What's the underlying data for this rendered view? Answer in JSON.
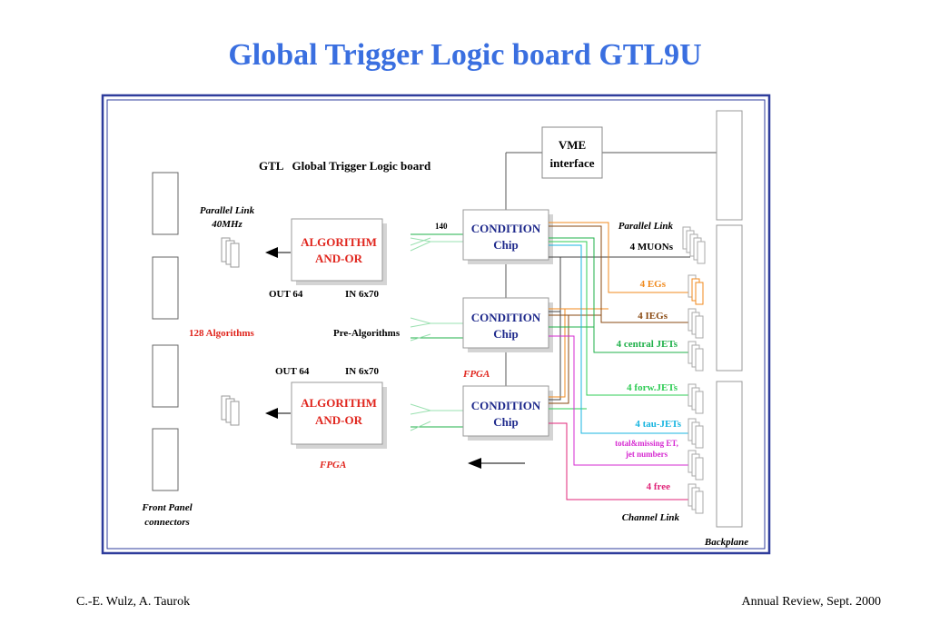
{
  "title": "Global Trigger Logic board GTL9U",
  "footer": {
    "authors": "C.-E. Wulz, A. Taurok",
    "event": "Annual Review, Sept. 2000"
  },
  "diagram": {
    "board_label": "GTL   Global Trigger Logic board",
    "vme": {
      "line1": "VME",
      "line2": "interface"
    },
    "parallel_link_left": {
      "line1": "Parallel Link",
      "line2": "40MHz"
    },
    "algorithm_block": {
      "line1": "ALGORITHM",
      "line2": "AND-OR"
    },
    "out_label": "OUT 64",
    "in_label": "IN 6x70",
    "algorithms_count": "128 Algorithms",
    "pre_algorithms": "Pre-Algorithms",
    "bus_width": "140",
    "condition_chip": {
      "line1": "CONDITION",
      "line2": "Chip"
    },
    "fpga": "FPGA",
    "front_panel": {
      "line1": "Front Panel",
      "line2": "connectors"
    },
    "backplane": "Backplane",
    "parallel_link_right": "Parallel Link",
    "channel_link": "Channel Link",
    "inputs": {
      "muons": "4 MUONs",
      "egs": "4 EGs",
      "iegs": "4 IEGs",
      "central_jets": "4 central JETs",
      "forw_jets": "4 forw.JETs",
      "tau_jets": "4 tau-JETs",
      "total_missing_line1": "total&missing ET,",
      "total_missing_line2": "jet numbers",
      "free": "4 free"
    },
    "colors": {
      "title": "#3a6fe0",
      "frame": "#2f3d9c",
      "condition_text": "#1f2a8c",
      "algorithm_text": "#e0261e",
      "muon": "#444444",
      "eg": "#f08a1e",
      "ieg": "#8a4a12",
      "central_jet": "#1fb04a",
      "forw_jet": "#2fcc55",
      "tau_jet": "#19b5e0",
      "total_missing": "#d62ad1",
      "free": "#e0267a"
    }
  }
}
